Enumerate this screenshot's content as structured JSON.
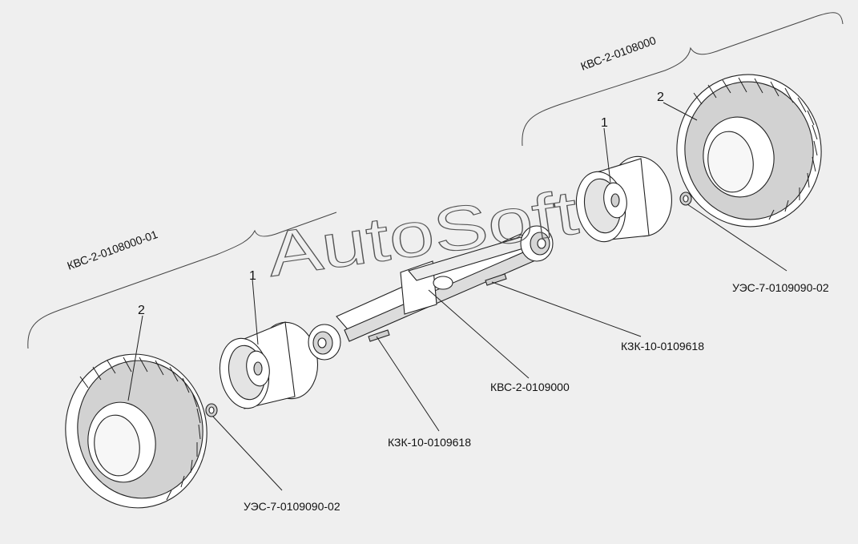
{
  "watermark": "AutoSoft",
  "labels": {
    "assembly_right": "КВС-2-0108000",
    "assembly_left": "КВС-2-0108000-01",
    "nut_right": "УЭС-7-0109090-02",
    "nut_left": "УЭС-7-0109090-02",
    "pin_right": "КЗК-10-0109618",
    "pin_left": "КЗК-10-0109618",
    "axle": "КВС-2-0109000"
  },
  "positions": {
    "rim_right": "1",
    "tire_right": "2",
    "rim_left": "1",
    "tire_left": "2"
  },
  "colors": {
    "background": "#efefef",
    "line": "#222222",
    "part_fill": "#ffffff",
    "shade": "#cfcfcf"
  }
}
